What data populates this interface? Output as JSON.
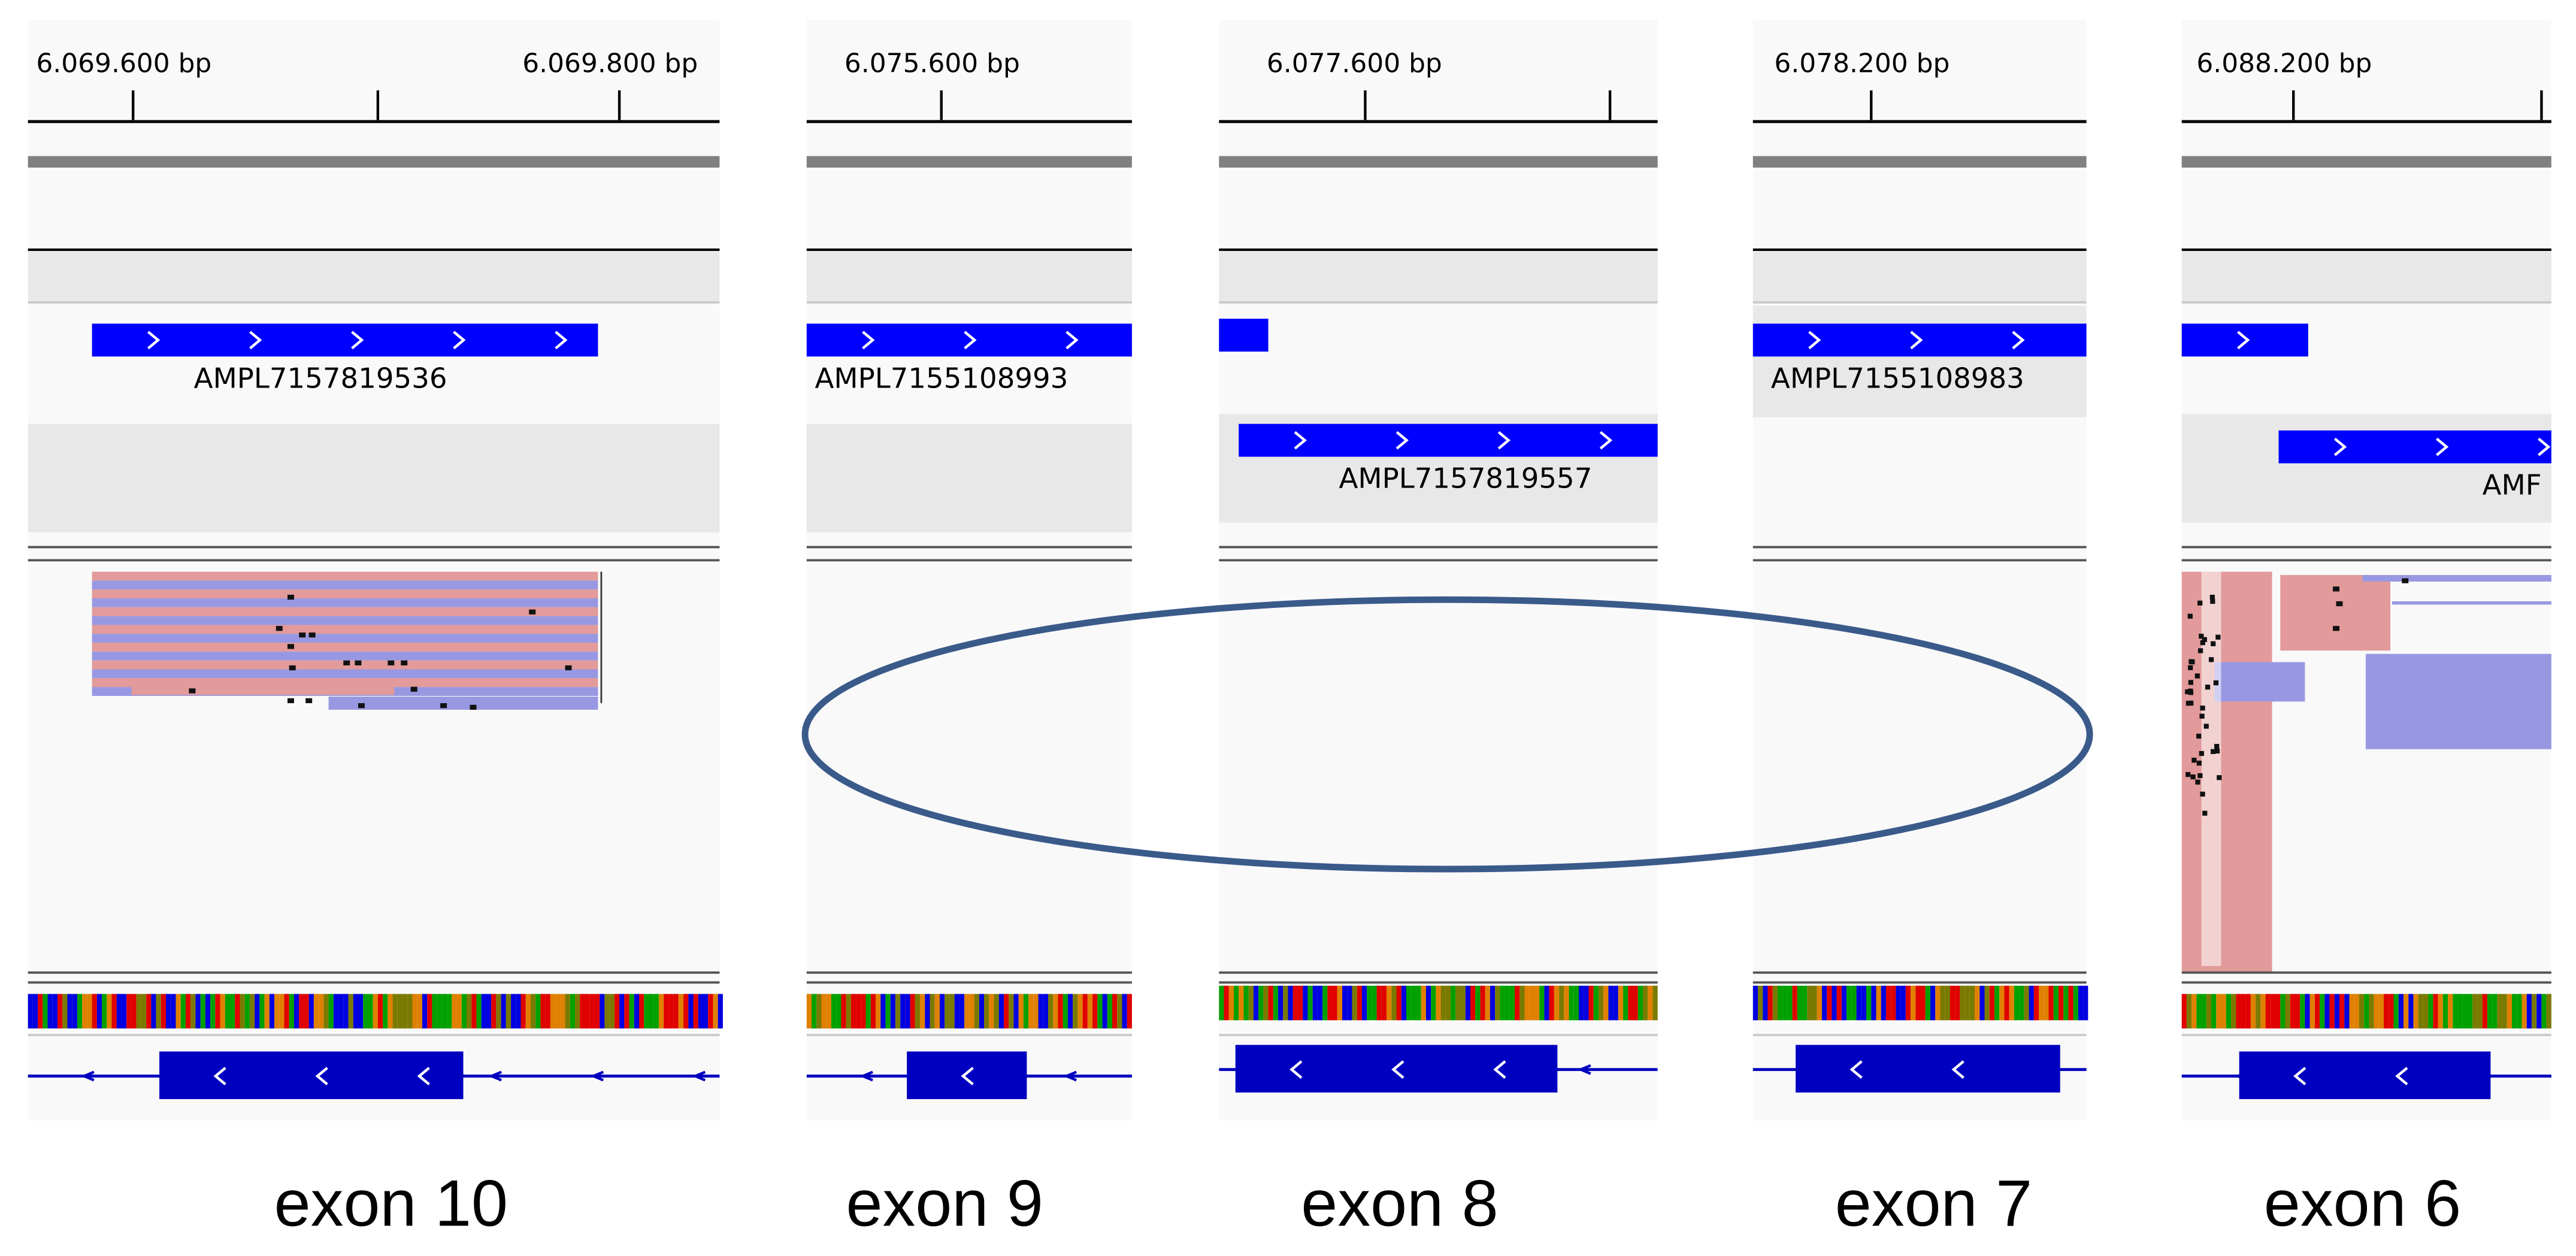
{
  "colors": {
    "panel_bg": "#f9f9f9",
    "band_gray": "#e8e8e8",
    "track_gray": "#808080",
    "amplicon_blue": "#0000ff",
    "gene_blue": "#0000c0",
    "read_pink": "#e29a9a",
    "read_blue": "#9898e2",
    "ellipse": "#3a5a8a"
  },
  "panels": [
    {
      "id": "exon-10",
      "exon_label": "exon 10",
      "coords": [
        {
          "text": "6.069.600 bp",
          "tick_position": "left"
        },
        {
          "text": "6.069.800 bp",
          "tick_position": "right"
        }
      ],
      "amplicons": [
        {
          "name": "AMPL7157819536",
          "row": 1
        }
      ],
      "reads": "present",
      "gene_direction": "reverse"
    },
    {
      "id": "exon-9",
      "exon_label": "exon 9",
      "coords": [
        {
          "text": "6.075.600 bp",
          "tick_position": "center"
        }
      ],
      "amplicons": [
        {
          "name": "AMPL7155108993",
          "row": 1
        }
      ],
      "reads": "absent",
      "gene_direction": "reverse"
    },
    {
      "id": "exon-8",
      "exon_label": "exon 8",
      "coords": [
        {
          "text": "6.077.600 bp",
          "tick_position": "center"
        }
      ],
      "amplicons": [
        {
          "name": "",
          "row": 1
        },
        {
          "name": "AMPL7157819557",
          "row": 2
        }
      ],
      "reads": "absent",
      "gene_direction": "reverse"
    },
    {
      "id": "exon-7",
      "exon_label": "exon 7",
      "coords": [
        {
          "text": "6.078.200 bp",
          "tick_position": "center"
        }
      ],
      "amplicons": [
        {
          "name": "AMPL7155108983",
          "row": 1
        }
      ],
      "reads": "absent",
      "gene_direction": "reverse"
    },
    {
      "id": "exon-6",
      "exon_label": "exon 6",
      "coords": [
        {
          "text": "6.088.200 bp",
          "tick_position": "center"
        }
      ],
      "amplicons": [
        {
          "name": "",
          "row": 1
        },
        {
          "name": "AMF",
          "row": 2
        }
      ],
      "reads": "present",
      "gene_direction": "reverse"
    }
  ]
}
